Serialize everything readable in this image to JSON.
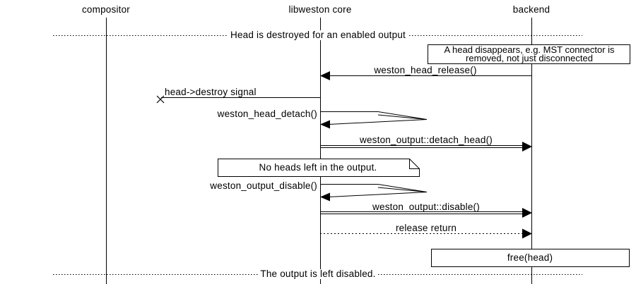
{
  "actors": [
    {
      "label": "compositor"
    },
    {
      "label": "libweston core"
    },
    {
      "label": "backend"
    }
  ],
  "dividers": {
    "top": {
      "label": "Head is destroyed for an enabled output"
    },
    "bottom": {
      "label": "The output is left disabled."
    }
  },
  "notes": {
    "head_disappears": {
      "lines": [
        "A head disappears, e.g. MST connector is",
        "removed, not just disconnected"
      ]
    },
    "no_heads": {
      "text": "No heads left in the output."
    }
  },
  "messages": {
    "head_release": {
      "label": "weston_head_release()",
      "from": "backend",
      "to": "libweston core",
      "style": "solid-arrow"
    },
    "destroy_signal": {
      "label": "head->destroy signal",
      "from": "libweston core",
      "to": "lost",
      "style": "lost-message"
    },
    "head_detach": {
      "label": "weston_head_detach()",
      "from": "libweston core",
      "to": "libweston core",
      "style": "self-call"
    },
    "detach_head": {
      "label": "weston_output::detach_head()",
      "from": "libweston core",
      "to": "backend",
      "style": "double-line-arrow"
    },
    "output_disable": {
      "label": "weston_output_disable()",
      "from": "libweston core",
      "to": "libweston core",
      "style": "self-call"
    },
    "disable": {
      "label": "weston_output::disable()",
      "from": "libweston core",
      "to": "backend",
      "style": "double-line-arrow"
    },
    "release_return": {
      "label": "release return",
      "from": "libweston core",
      "to": "backend",
      "style": "dotted-arrow"
    },
    "free_head": {
      "label": "free(head)",
      "on": "backend",
      "style": "action-box"
    }
  },
  "colors": {
    "line": "#000000",
    "background": "#ffffff"
  }
}
